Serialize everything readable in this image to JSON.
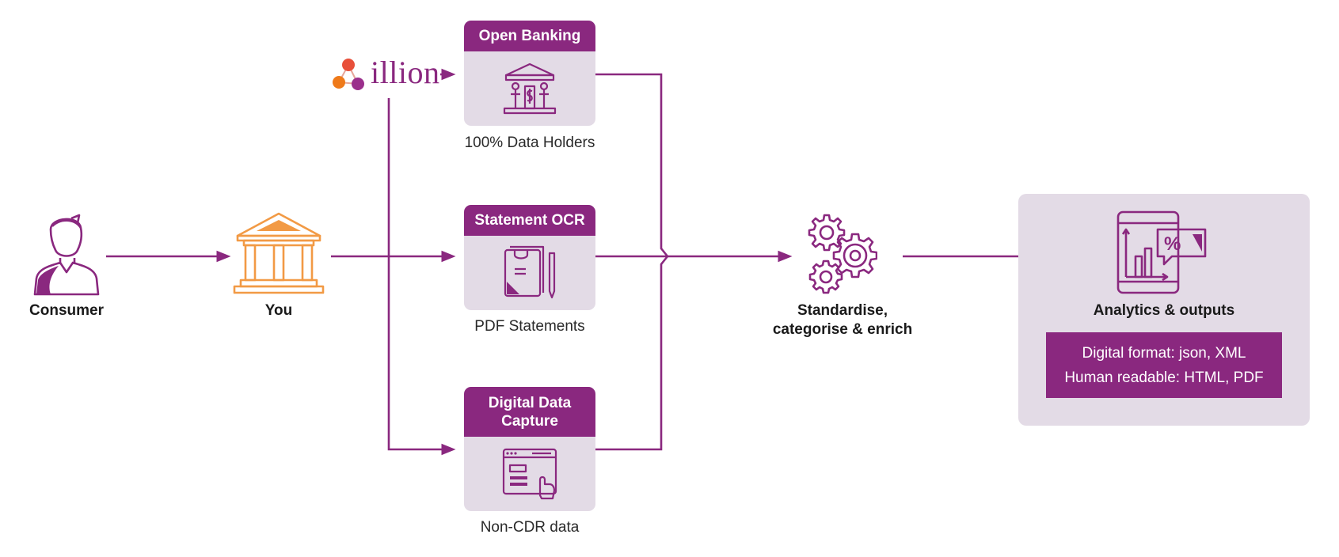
{
  "colors": {
    "primary": "#8a287f",
    "accent": "#f29a45",
    "panel": "#e3dbe6",
    "text": "#1a1a1a"
  },
  "nodes": {
    "consumer": {
      "label": "Consumer",
      "icon": "person-icon"
    },
    "you": {
      "label": "You",
      "icon": "bank-building-icon"
    },
    "brand": {
      "label": "illion",
      "icon": "illion-logo-icon"
    },
    "open_banking": {
      "title": "Open Banking",
      "caption": "100% Data Holders",
      "icon": "bank-data-icon"
    },
    "statement_ocr": {
      "title": "Statement OCR",
      "caption": "PDF Statements",
      "icon": "document-scan-icon"
    },
    "digital_capture": {
      "title": "Digital Data\nCapture",
      "caption": "Non-CDR data",
      "icon": "browser-touch-icon"
    },
    "process": {
      "line1": "Standardise,",
      "line2": "categorise & enrich",
      "icon": "gears-icon"
    },
    "outputs": {
      "title": "Analytics & outputs",
      "icon": "tablet-analytics-icon",
      "line1": "Digital format: json, XML",
      "line2": "Human readable: HTML, PDF"
    }
  }
}
